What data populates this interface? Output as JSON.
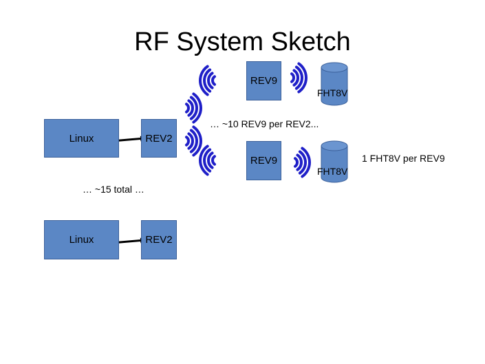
{
  "title": "RF System Sketch",
  "nodes": {
    "linux_top": "Linux",
    "rev2_top": "REV2",
    "linux_bottom": "Linux",
    "rev2_bottom": "REV2",
    "rev9_top": "REV9",
    "rev9_bottom": "REV9",
    "fht_top": "FHT8V",
    "fht_bottom": "FHT8V"
  },
  "annotations": {
    "rev9_per_rev2": "… ~10 REV9 per REV2...",
    "fht_per_rev9": "1 FHT8V per REV9",
    "total": "… ~15 total …"
  },
  "colors": {
    "box_fill": "#5b87c5",
    "signal": "#1f1fc8"
  }
}
